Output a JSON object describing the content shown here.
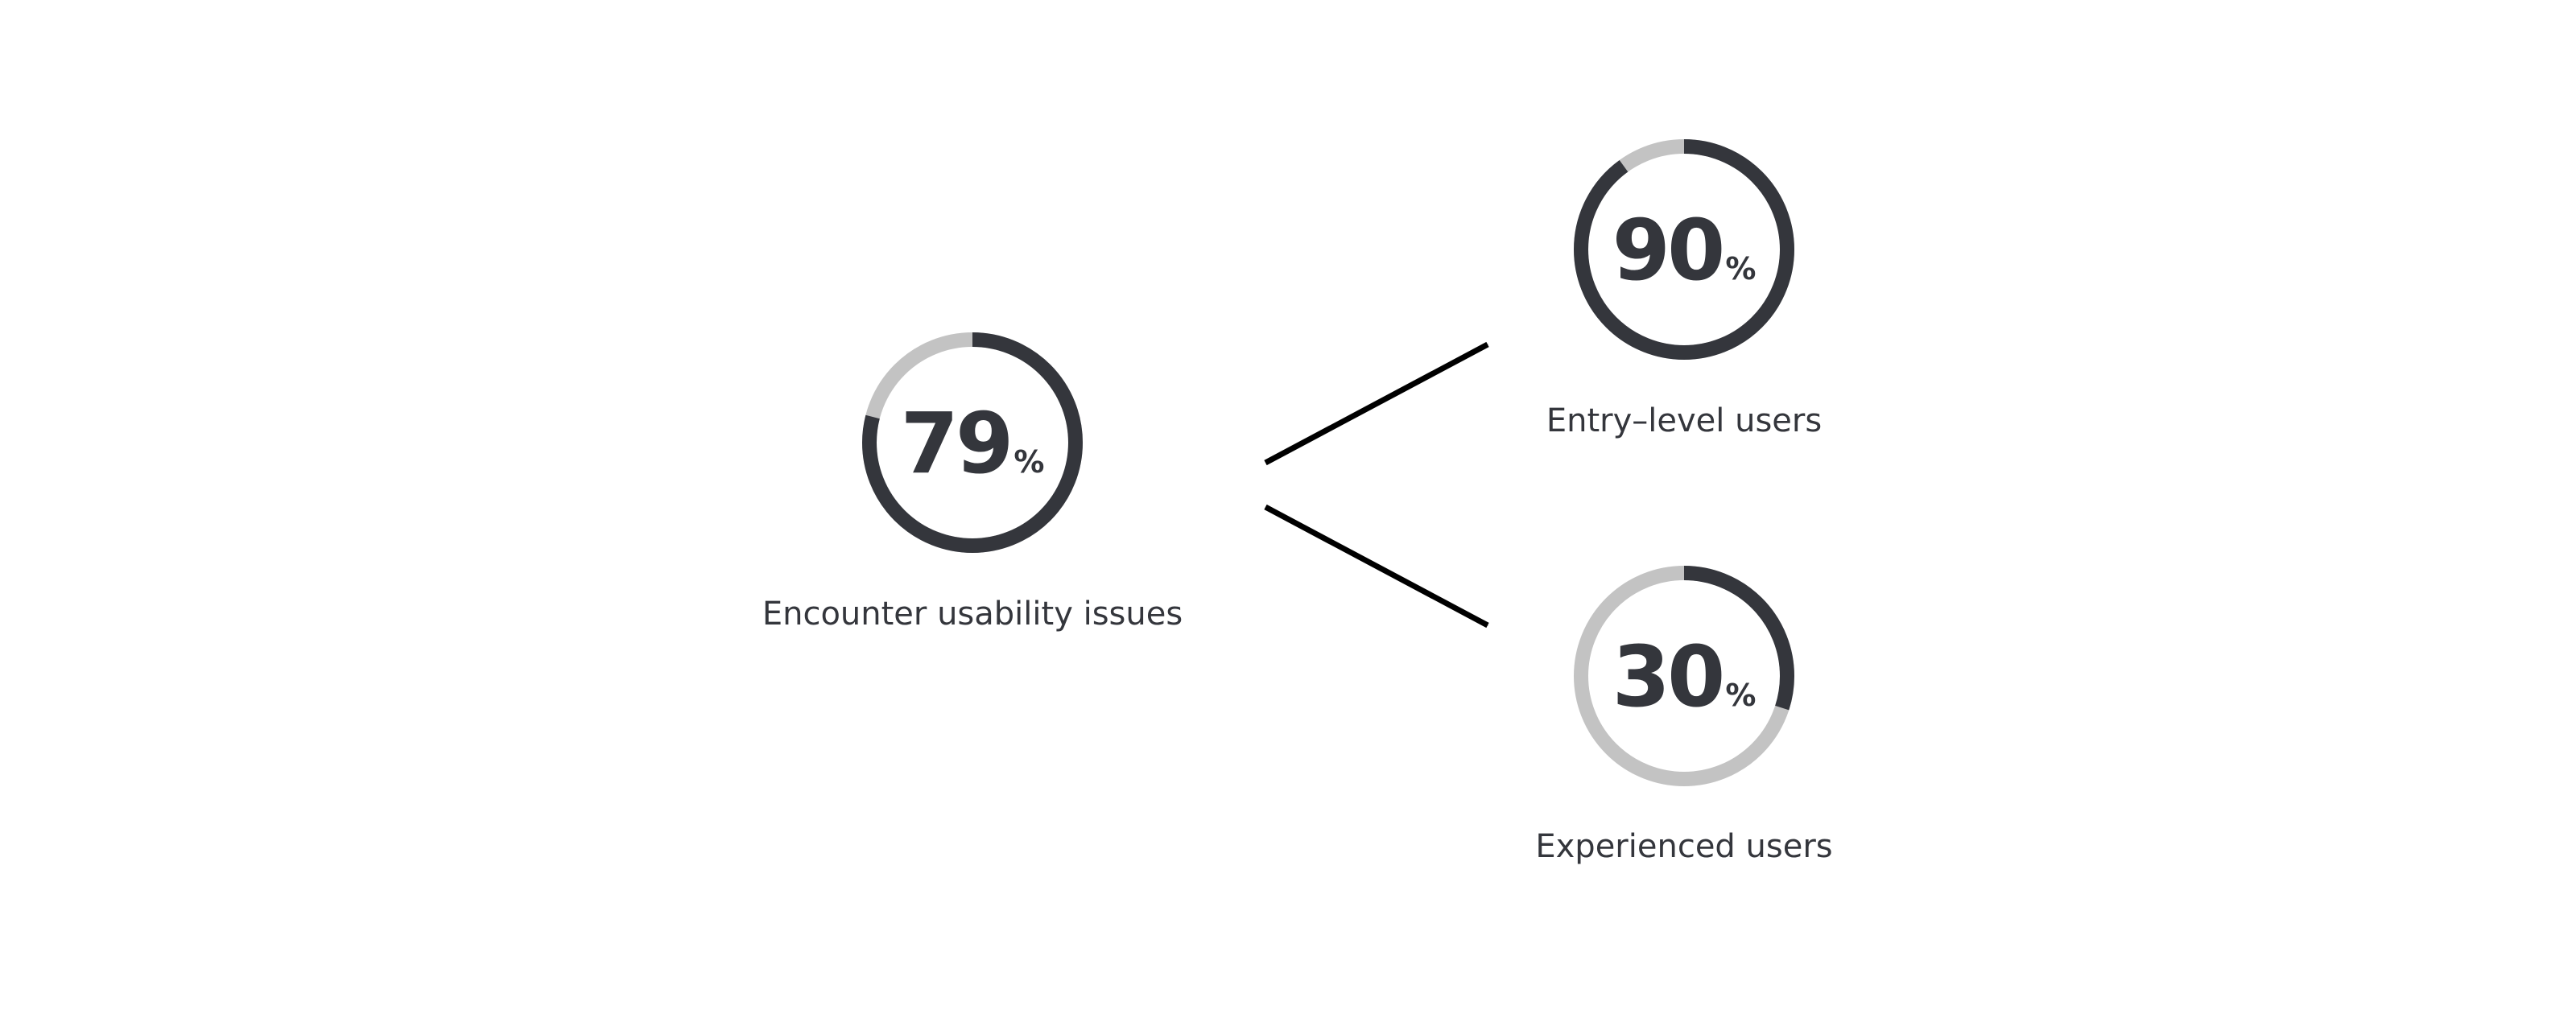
{
  "colors": {
    "ring_filled": "#34363c",
    "ring_track": "#c3c3c3",
    "text": "#34363c",
    "arrow": "#000000"
  },
  "stats": [
    {
      "id": "encounter",
      "value": 79,
      "value_text": "79",
      "unit": "%",
      "label": "Encounter usability issues"
    },
    {
      "id": "entry",
      "value": 90,
      "value_text": "90",
      "unit": "%",
      "label": "Entry–level users"
    },
    {
      "id": "experienced",
      "value": 30,
      "value_text": "30",
      "unit": "%",
      "label": "Experienced users"
    }
  ],
  "arrows": [
    {
      "from": "encounter",
      "to": "entry"
    },
    {
      "from": "encounter",
      "to": "experienced"
    }
  ]
}
